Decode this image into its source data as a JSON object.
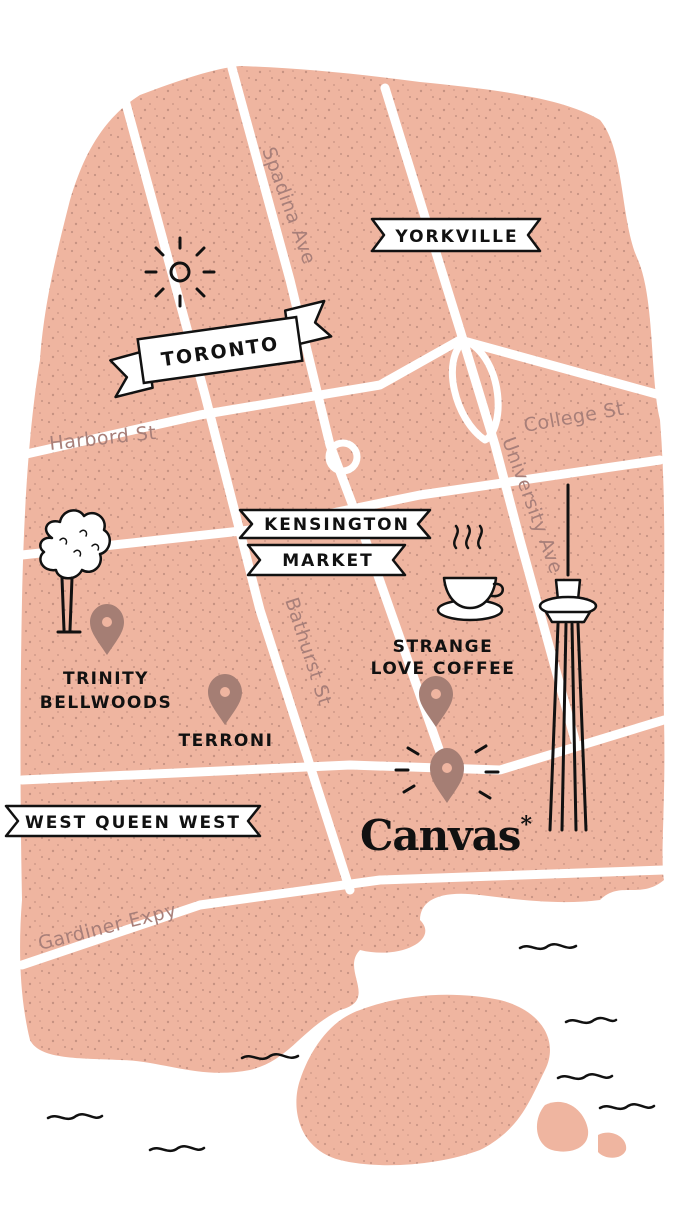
{
  "colors": {
    "land": "#efb5a0",
    "speckle": "#a5766a",
    "road": "#ffffff",
    "pin": "#a57e74",
    "ink": "#111111",
    "label": "#a87f79"
  },
  "banners": {
    "toronto": "TORONTO",
    "yorkville": "YORKVILLE",
    "kensington_1": "KENSINGTON",
    "kensington_2": "MARKET",
    "west_queen_west": "WEST QUEEN WEST"
  },
  "streets": {
    "spadina": "Spadina Ave",
    "harbord": "Harbord St",
    "college": "College St",
    "university": "University Ave",
    "bathurst": "Bathurst St",
    "gardiner": "Gardiner Expy"
  },
  "places": {
    "trinity_1": "TRINITY",
    "trinity_2": "BELLWOODS",
    "terroni": "TERRONI",
    "coffee_1": "STRANGE",
    "coffee_2": "LOVE COFFEE"
  },
  "brand": {
    "name": "Canvas",
    "mark": "*"
  },
  "icons": [
    "sun-icon",
    "tree-icon",
    "coffee-cup-icon",
    "cn-tower-icon",
    "map-pin-icon",
    "water-wave-icon"
  ]
}
